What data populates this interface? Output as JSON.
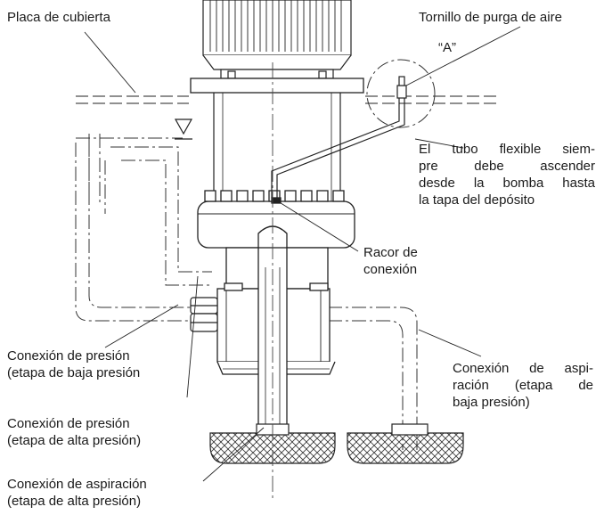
{
  "labels": {
    "cover_plate": "Placa de cubierta",
    "air_vent_screw": "Tornillo de purga de aire",
    "detail_a": "“A”",
    "hose_note": [
      "El tubo flexible siem-",
      "pre debe ascender",
      "desde la bomba hasta",
      "la tapa del depósito"
    ],
    "connector": [
      "Racor de",
      "conexión"
    ],
    "pressure_low": [
      "Conexión de presión",
      "(etapa de baja presión"
    ],
    "suction_low": [
      "Conexión de aspi-",
      "ración (etapa de",
      "baja presión)"
    ],
    "pressure_high": [
      "Conexión de presión",
      "(etapa de alta presión)"
    ],
    "suction_high": [
      "Conexión de aspiración",
      "(etapa de alta presión)"
    ]
  }
}
